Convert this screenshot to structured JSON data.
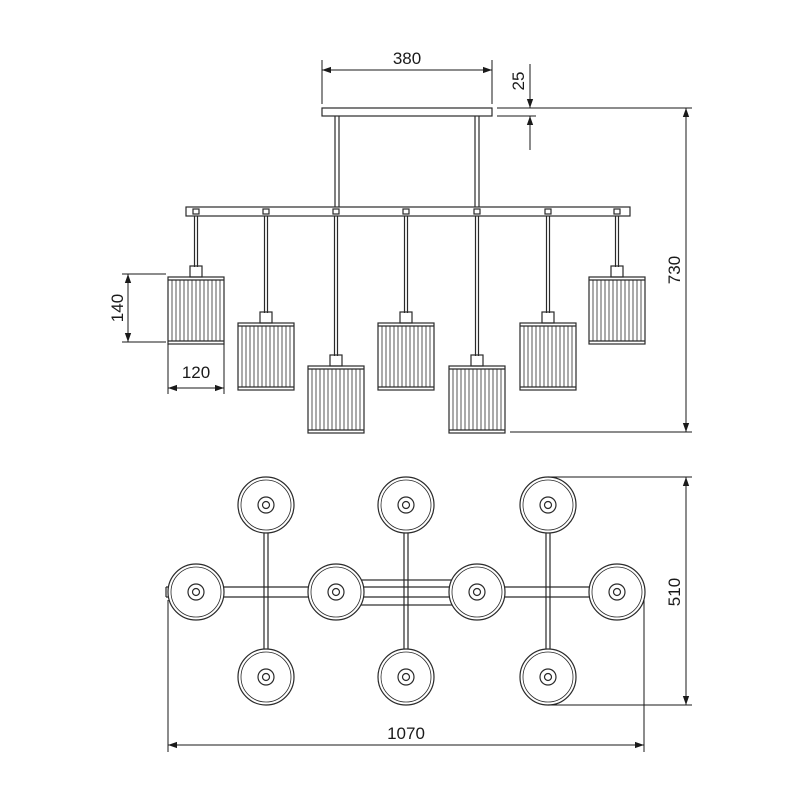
{
  "dimensions": {
    "canopy_width": "380",
    "canopy_height": "25",
    "total_height": "730",
    "shade_height": "140",
    "shade_width": "120",
    "plan_depth": "510",
    "plan_length": "1070"
  },
  "lamp_count": 7,
  "colors": {
    "line": "#2a2a2a",
    "dimension": "#1a1a1a",
    "background": "#ffffff"
  }
}
